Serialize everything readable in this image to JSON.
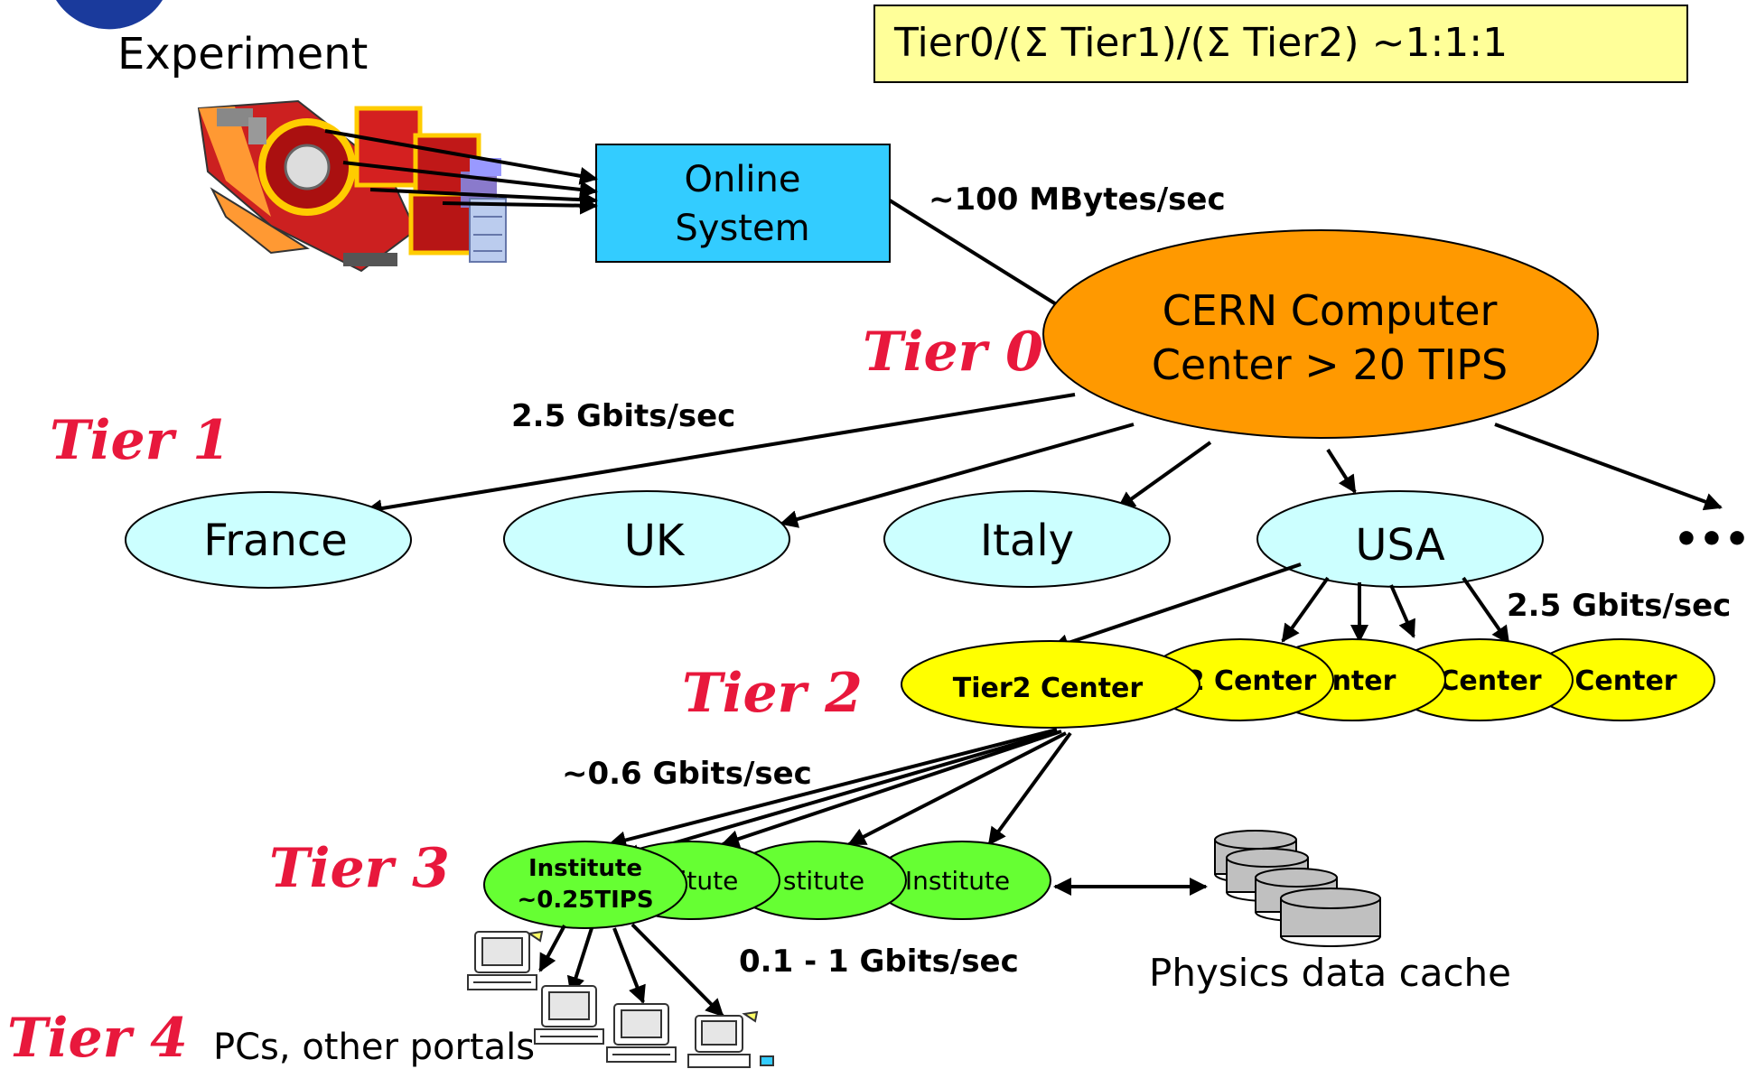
{
  "ratio_box": {
    "text": "Tier0/(Σ Tier1)/(Σ Tier2)  ~1:1:1",
    "fill": "#ffff99"
  },
  "experiment": {
    "label": "Experiment"
  },
  "online": {
    "line1": "Online",
    "line2": "System",
    "fill": "#33ccff"
  },
  "links": {
    "online_to_cern": "~100 MBytes/sec",
    "cern_to_tier1": "2.5 Gbits/sec",
    "usa_to_tier2": "2.5 Gbits/sec",
    "tier2_to_tier3": "~0.6 Gbits/sec",
    "tier3_to_tier4": "0.1  -  1 Gbits/sec"
  },
  "tiers": {
    "t0": "Tier 0",
    "t1": "Tier 1",
    "t2": "Tier 2",
    "t3": "Tier 3",
    "t4": "Tier 4"
  },
  "cern": {
    "line1": "CERN Computer",
    "line2": "Center > 20 TIPS",
    "fill": "#ff9900"
  },
  "tier1_nodes": [
    "France",
    "UK",
    "Italy",
    "USA"
  ],
  "tier1_more": "•••",
  "tier1_fill": "#ccffff",
  "tier2": {
    "front": "Tier2 Center",
    "partials": [
      "2 Center",
      "nter",
      "Center",
      "Center"
    ],
    "fill": "#ffff00"
  },
  "tier3": {
    "front_line1": "Institute",
    "front_line2": "~0.25TIPS",
    "partials": [
      "itute",
      "stitute",
      "Institute"
    ],
    "fill": "#66ff33"
  },
  "cache": {
    "label": "Physics data cache",
    "fill": "#c0c0c0"
  },
  "tier4": {
    "label": "PCs, other portals"
  }
}
